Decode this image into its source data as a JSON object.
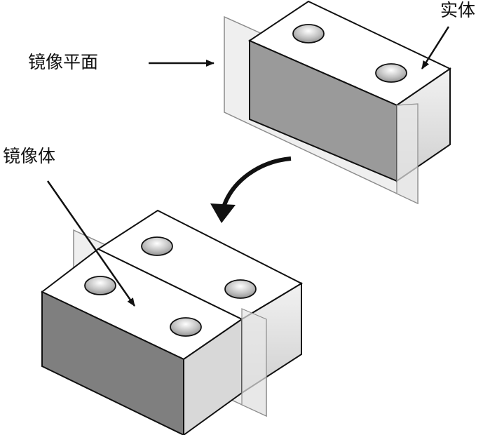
{
  "labels": {
    "mirror_plane": "镜像平面",
    "solid": "实体",
    "mirror_body": "镜像体"
  },
  "colors": {
    "outline": "#111111",
    "top_face": "#ffffff",
    "front_face_original": "#9a9a9a",
    "front_face_mirror": "#7f7f7f",
    "side_face": "#e2e2e2",
    "plane": "#e8e8e8",
    "hole": "#b5b5b5"
  }
}
